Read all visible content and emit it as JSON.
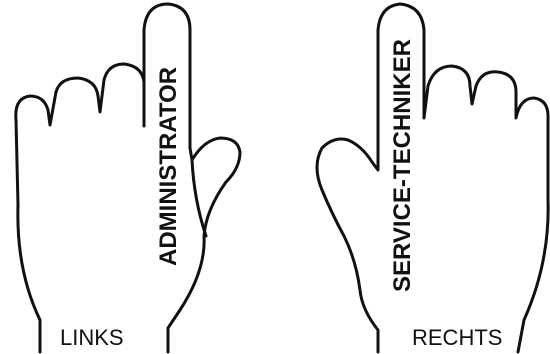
{
  "left_hand": {
    "finger_label": "ADMINISTRATOR",
    "hand_label": "LINKS"
  },
  "right_hand": {
    "finger_label": "SERVICE-TECHNIKER",
    "hand_label": "RECHTS"
  },
  "colors": {
    "ink": "#111111",
    "background": "#ffffff"
  }
}
